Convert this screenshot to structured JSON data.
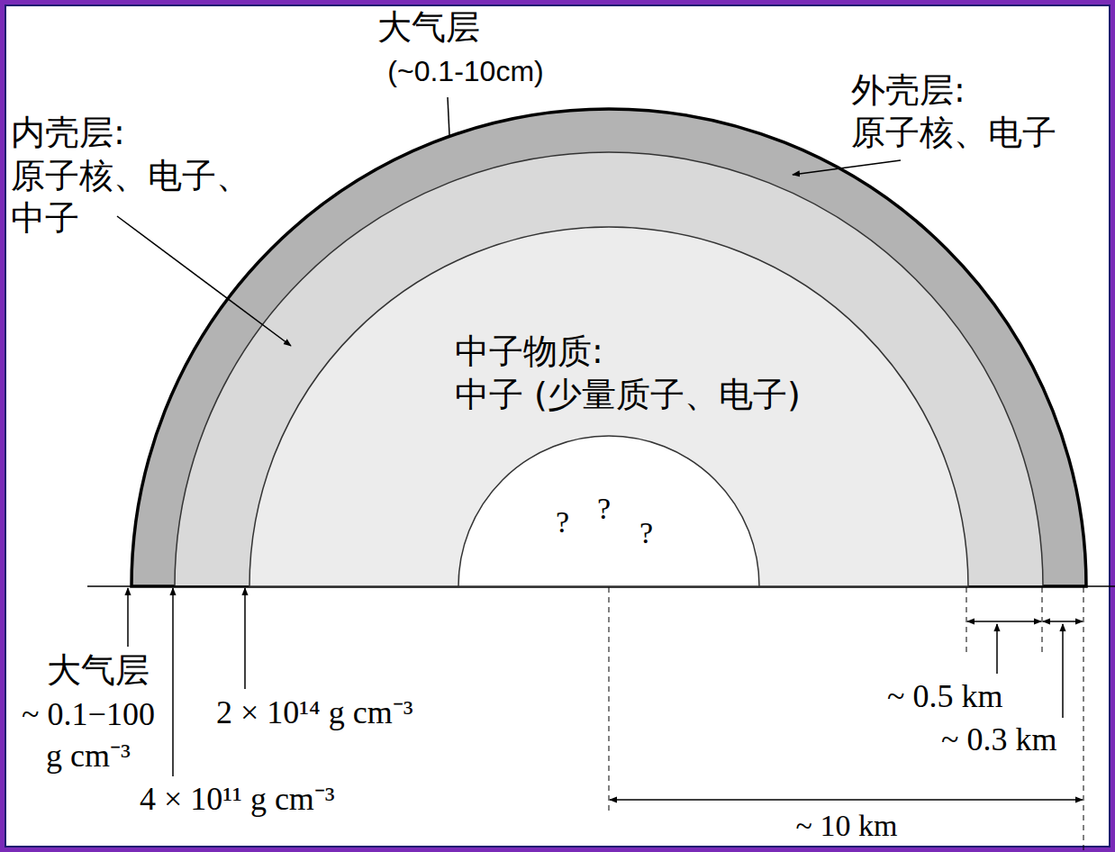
{
  "diagram": {
    "nodes": [
      {
        "text": [
          "中子物质:",
          "中子 (少量质子、电子)"
        ]
      },
      {
        "text": [
          "?",
          "?",
          "?"
        ],
        "in": 0
      }
    ],
    "labels": [
      "大气层",
      "(~0.1-10cm)",
      "内壳层:",
      "原子核、电子、 中子",
      "外壳层:",
      "原子核、电子",
      "大气层",
      "~ 0.1−100 g cm⁻³",
      "2 × 10¹⁴ g cm⁻³",
      "4 × 10¹¹ g cm⁻³",
      "~ 0.5 km",
      "~ 0.3 km",
      "~ 10 km"
    ]
  }
}
